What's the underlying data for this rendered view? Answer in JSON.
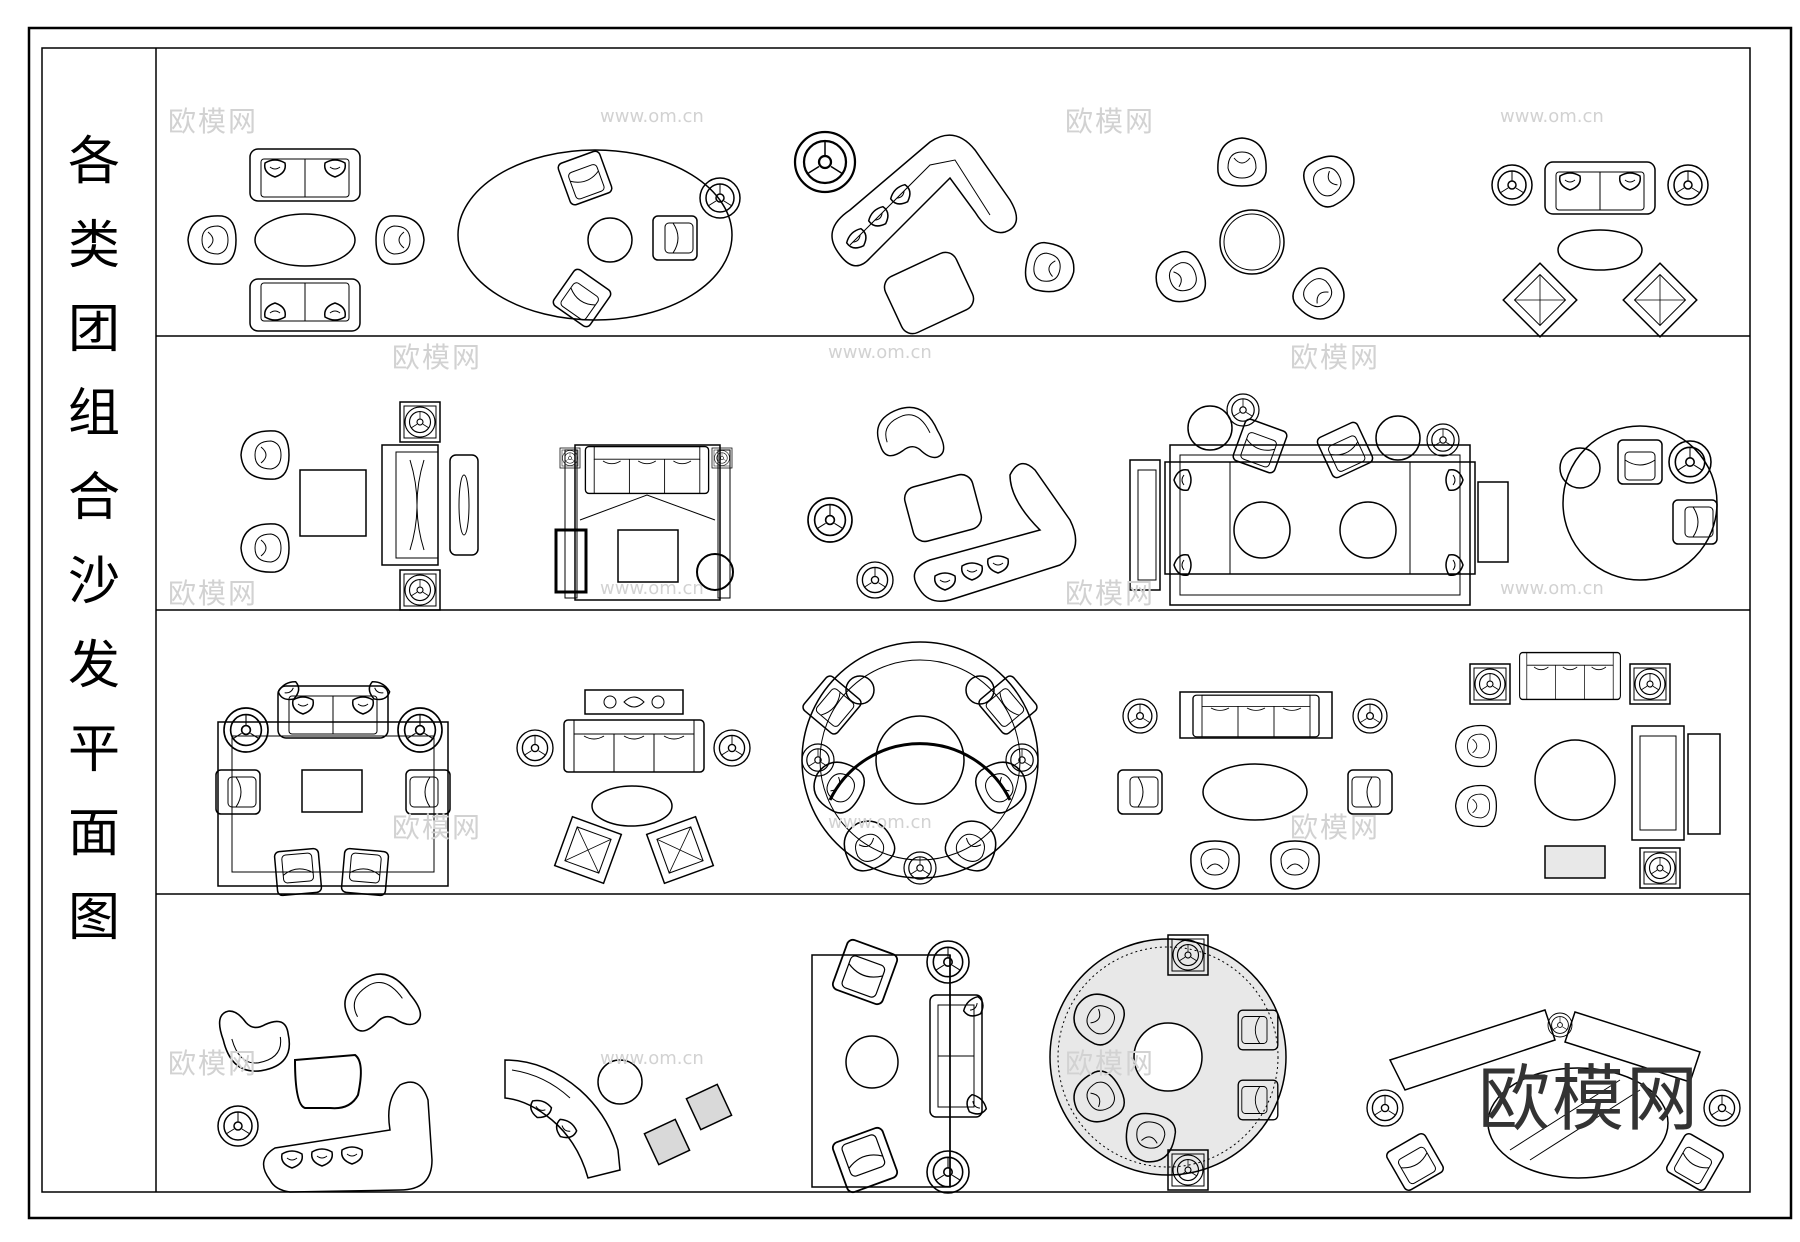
{
  "title_chars": [
    "各",
    "类",
    "团",
    "组",
    "合",
    "沙",
    "发",
    "平",
    "面",
    "图"
  ],
  "watermark": {
    "cn": "欧模网",
    "en": "www.om.cn"
  },
  "brand_logo": "欧模网",
  "colors": {
    "line": "#000000",
    "watermark": "#d2d2d2",
    "brand": "#333333",
    "tile_fill": "#d9d9d9",
    "rug_fill": "#e8e8e8"
  },
  "rows": [
    {
      "id": "row-1",
      "groups": [
        "sofa-set-a",
        "oval-rug-set",
        "boomerang-set",
        "round-table-chairs",
        "sofa-lamps-set"
      ]
    },
    {
      "id": "row-2",
      "groups": [
        "armchairs-cabinet-set",
        "bed-style-set",
        "pebble-boomerang-set",
        "large-rug-set",
        "round-lounge-set"
      ]
    },
    {
      "id": "row-3",
      "groups": [
        "rug-sofa-set",
        "three-seat-set",
        "circular-sofa",
        "three-seat-oval-set",
        "side-sofa-set"
      ]
    },
    {
      "id": "row-4",
      "groups": [
        "pebble-l-set",
        "curved-sofa-set",
        "corner-set",
        "round-rug-set",
        "angled-sofa-set"
      ]
    }
  ]
}
